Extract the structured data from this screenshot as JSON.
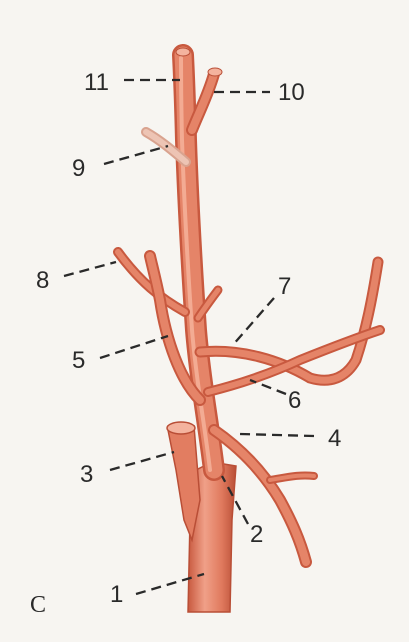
{
  "figure": {
    "panel_letter": "C",
    "colors": {
      "background": "#f7f5f1",
      "vessel_fill": "#e07a5e",
      "vessel_edge": "#c8593f",
      "vessel_highlight": "#f2a48c",
      "label_ink": "#2a2a2a"
    },
    "labels": {
      "l1": "1",
      "l2": "2",
      "l3": "3",
      "l4": "4",
      "l5": "5",
      "l6": "6",
      "l7": "7",
      "l8": "8",
      "l9": "9",
      "l10": "10",
      "l11": "11"
    }
  }
}
